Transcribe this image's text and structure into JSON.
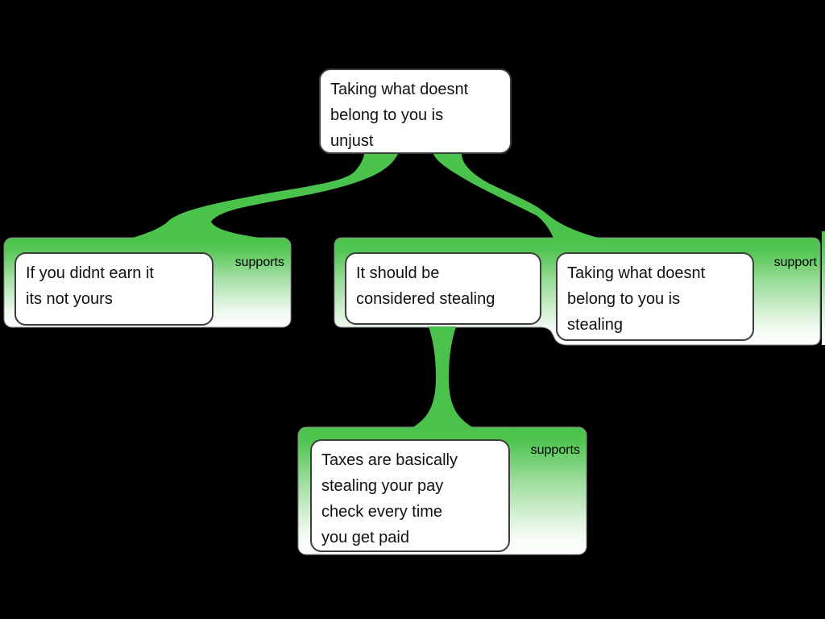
{
  "diagram_type": "argument-map",
  "canvas": {
    "background": "#000000"
  },
  "colors": {
    "node_green": "#4bc24b",
    "gradient_end": "#ffffff",
    "box_border": "#3d3d3d",
    "text": "#111111"
  },
  "nodes": {
    "root": {
      "text": "Taking what doesnt\nbelong to you is\nunjust"
    },
    "left_group": {
      "label": "supports",
      "children": [
        {
          "text": "If you didnt earn it\nits not yours"
        }
      ]
    },
    "right_group": {
      "label": "support",
      "children": [
        {
          "text": "It should be\nconsidered stealing"
        },
        {
          "text": "Taking what doesnt\nbelong to you is\nstealing"
        }
      ]
    },
    "bottom_group": {
      "label": "supports",
      "children": [
        {
          "text": "Taxes are basically\nstealing your pay\ncheck every time\nyou get paid"
        }
      ]
    }
  },
  "relations": [
    {
      "from": "root",
      "to": "left_group",
      "type": "supports"
    },
    {
      "from": "root",
      "to": "right_group",
      "type": "support"
    },
    {
      "from": "right_group.children.0",
      "to": "bottom_group",
      "type": "supports"
    }
  ]
}
